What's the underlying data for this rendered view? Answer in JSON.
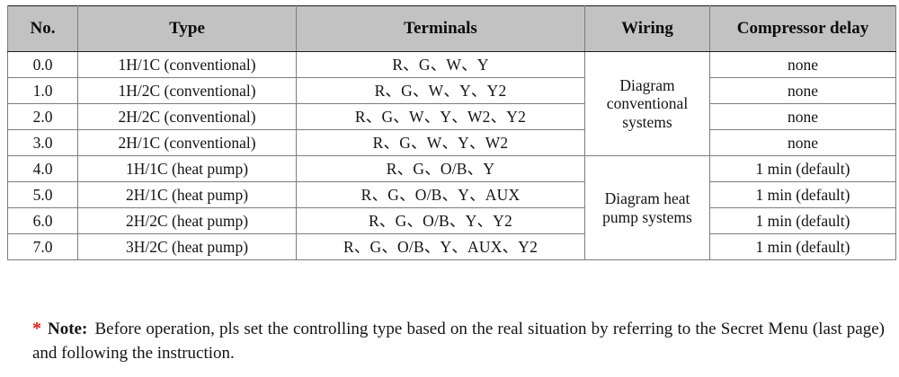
{
  "table": {
    "headers": [
      {
        "key": "no",
        "label": "No."
      },
      {
        "key": "type",
        "label": "Type"
      },
      {
        "key": "terminals",
        "label": "Terminals"
      },
      {
        "key": "wiring",
        "label": "Wiring"
      },
      {
        "key": "delay",
        "label": "Compressor delay"
      }
    ],
    "rows": [
      {
        "no": "0.0",
        "type": "1H/1C (conventional)",
        "terminals": "R、G、W、Y",
        "delay": "none"
      },
      {
        "no": "1.0",
        "type": "1H/2C (conventional)",
        "terminals": "R、G、W、Y、Y2",
        "delay": "none"
      },
      {
        "no": "2.0",
        "type": "2H/2C (conventional)",
        "terminals": "R、G、W、Y、W2、Y2",
        "delay": "none"
      },
      {
        "no": "3.0",
        "type": "2H/1C (conventional)",
        "terminals": "R、G、W、Y、W2",
        "delay": "none"
      },
      {
        "no": "4.0",
        "type": "1H/1C (heat pump)",
        "terminals": "R、G、O/B、Y",
        "delay": "1 min (default)"
      },
      {
        "no": "5.0",
        "type": "2H/1C (heat pump)",
        "terminals": "R、G、O/B、Y、AUX",
        "delay": "1 min (default)"
      },
      {
        "no": "6.0",
        "type": "2H/2C (heat pump)",
        "terminals": "R、G、O/B、Y、Y2",
        "delay": "1 min (default)"
      },
      {
        "no": "7.0",
        "type": "3H/2C (heat pump)",
        "terminals": "R、G、O/B、Y、AUX、Y2",
        "delay": "1 min (default)"
      }
    ],
    "wiring_groups": [
      {
        "label": "Diagram conventional systems",
        "rowspan": 4
      },
      {
        "label": "Diagram heat pump systems",
        "rowspan": 4
      }
    ]
  },
  "note": {
    "marker": "*",
    "label": "Note:",
    "text": "Before operation, pls set the controlling type based on the real situation by referring to the Secret Menu (last page) and following the instruction."
  },
  "colors": {
    "header_background": "#c2c2c2",
    "grid_line": "#7d7d7d",
    "outer_border": "#1b1b1b",
    "note_marker": "#d82020",
    "text": "#141414"
  }
}
